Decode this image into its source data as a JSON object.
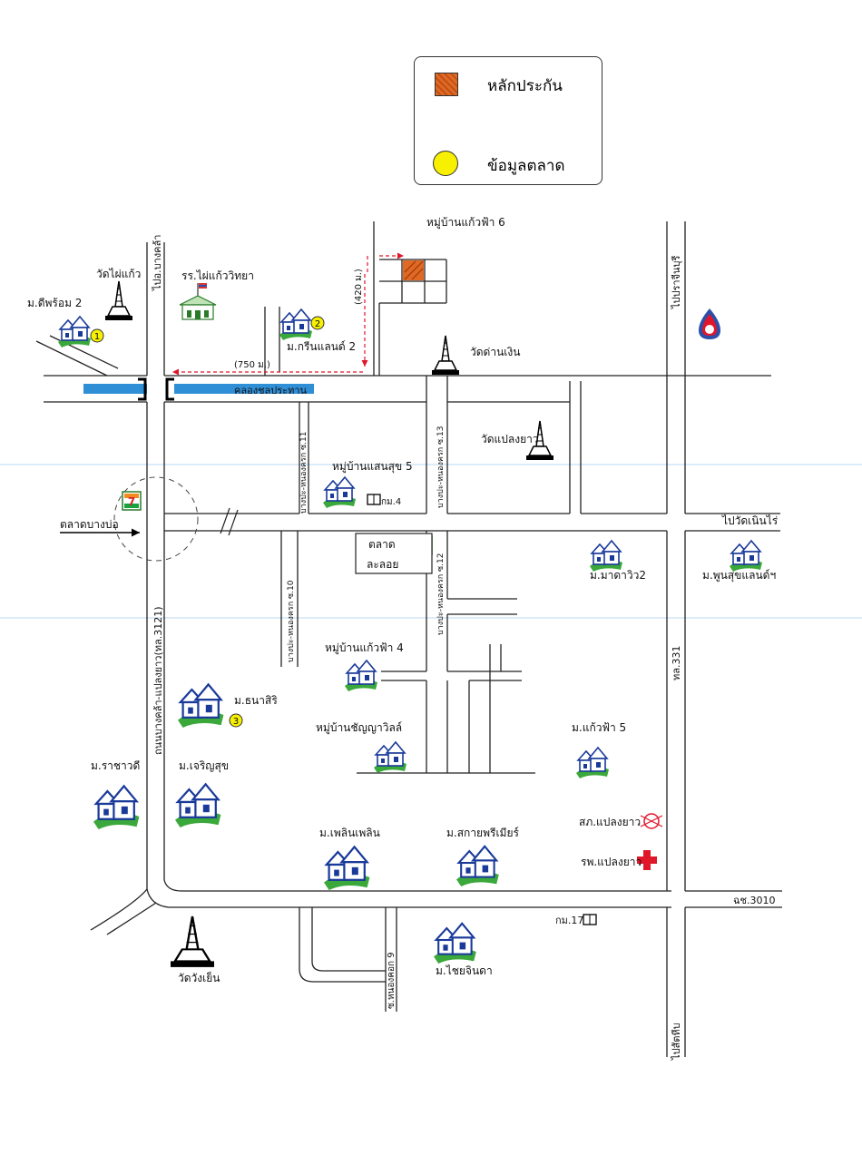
{
  "legend": {
    "collateral_label": "หลักประกัน",
    "market_data_label": "ข้อมูลตลาด",
    "collateral_color": "#e06a23",
    "market_data_color": "#f7f000"
  },
  "roads": {
    "ro_bang_khla": "ไปอ.บางคล้า",
    "bangkhla_plaengyao": "ถนนบางคล้า-แปลงยาว(ทล.3121)",
    "prachinburi": "ไปปราจีนบุรี",
    "hwy331": "ทล.331",
    "chs3010": "ฉช.3010",
    "wat_noenrai": "ไปวัดเนินไร่",
    "sattahip": "ไปสัตหีบ",
    "soi11": "บางปะ-หนองครก ซ.11",
    "soi13": "บางปะ-หนองครก ซ.13",
    "soi10": "บางปะ-หนองครก ซ.10",
    "soi12": "บางปะ-หนองครก ซ.12",
    "lower_soi": "ซ.หนองคอก 9",
    "canal": "คลองชลประทาน"
  },
  "distances": {
    "d750": "(750 ม.)",
    "d420": "(420 ม.)"
  },
  "places": {
    "wat_phai_kaeo": "วัดไผ่แก้ว",
    "school": "รร.ไผ่แก้ววิทยา",
    "m_dee_phrom2": "ม.ดีพร้อม 2",
    "m_green_land2": "ม.กรีนแลนด์ 2",
    "mb_kaeofa6": "หมู่บ้านแก้วฟ้า 6",
    "wat_dan_ngoen": "วัดด่านเงิน",
    "wat_plaeng_yao": "วัดแปลงยาว",
    "mb_saensuk5": "หมู่บ้านแสนสุข 5",
    "km4": "กม.4",
    "talad_bangbo": "ตลาดบางบ่อ",
    "talad_lalory_1": "ตลาด",
    "talad_lalory_2": "ละลอย",
    "m_makaview2": "ม.มาดาวิว2",
    "m_poonsuk_land": "ม.พูนสุขแลนด์ฯ",
    "mb_kaeofa4": "หมู่บ้านแก้วฟ้า 4",
    "m_thanasiri": "ม.ธนาสิริ",
    "mb_chanya": "หมู่บ้านชัญญาวิลล์",
    "m_kaeofa5": "ม.แก้วฟ้า 5",
    "m_rachawadee": "ม.ราชาวดี",
    "m_charoensuk": "ม.เจริญสุข",
    "police": "สภ.แปลงยาว",
    "m_ploenploen": "ม.เพลินเพลิน",
    "m_sakai_premier": "ม.สกายพรีเมียร์",
    "hospital": "รพ.แปลงยาว",
    "km17": "กม.17",
    "wat_wang_yen": "วัดวังเย็น",
    "m_chai_chinda": "ม.ไชยจินดา"
  },
  "markers": {
    "m1": "1",
    "m2": "2",
    "m3": "3"
  }
}
